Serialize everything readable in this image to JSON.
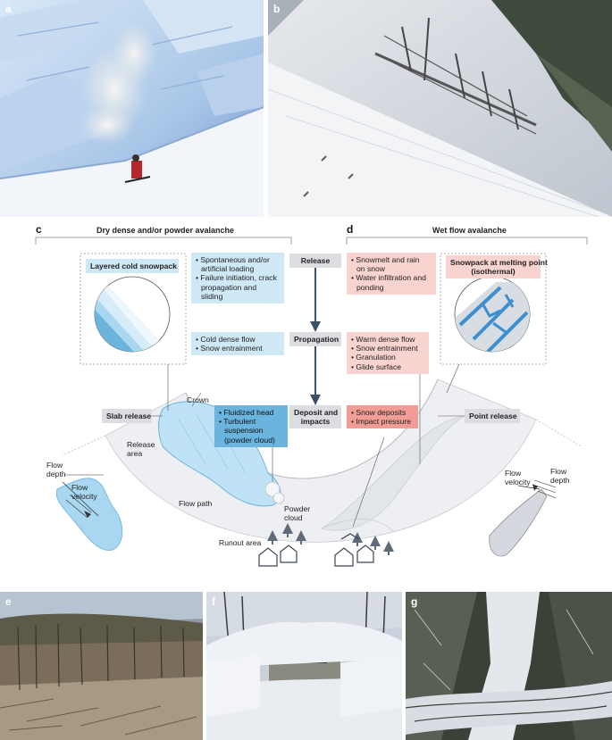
{
  "panels": {
    "a": "a",
    "b": "b",
    "c": "c",
    "d": "d",
    "e": "e",
    "f": "f",
    "g": "g"
  },
  "headings": {
    "dry": "Dry dense and/or powder avalanche",
    "wet": "Wet flow avalanche"
  },
  "stages": {
    "release": "Release",
    "propagation": "Propagation",
    "deposit_line1": "Deposit and",
    "deposit_line2": "impacts"
  },
  "dry": {
    "snowpack": "Layered cold snowpack",
    "release_lines": [
      "• Spontaneous and/or",
      "artificial loading",
      "• Failure initiation, crack",
      "propagation and",
      "sliding"
    ],
    "propagation_lines": [
      "• Cold dense flow",
      "• Snow entrainment"
    ],
    "deposit_lines": [
      "• Fluidized head",
      "• Turbulent",
      "suspension",
      "(powder cloud)"
    ],
    "slab_release": "Slab release",
    "crown": "Crown",
    "release_area_1": "Release",
    "release_area_2": "area",
    "flow_path": "Flow path",
    "powder_cloud_1": "Powder",
    "powder_cloud_2": "cloud",
    "runout_area": "Runout area",
    "flow_depth_1": "Flow",
    "flow_depth_2": "depth",
    "flow_velocity_1": "Flow",
    "flow_velocity_2": "velocity"
  },
  "wet": {
    "snowpack_1": "Snowpack at melting point",
    "snowpack_2": "(isothermal)",
    "release_lines": [
      "• Snowmelt and rain",
      "on snow",
      "• Water infiltration and",
      "ponding"
    ],
    "propagation_lines": [
      "• Warm dense flow",
      "• Snow entrainment",
      "• Granulation",
      "• Glide surface"
    ],
    "deposit_lines": [
      "• Snow deposits",
      "• Impact pressure"
    ],
    "point_release": "Point release",
    "flow_velocity_1": "Flow",
    "flow_velocity_2": "velocity",
    "flow_depth_1": "Flow",
    "flow_depth_2": "depth"
  },
  "colors": {
    "dry_light": "#cfe8f6",
    "dry_dark": "#6ab4de",
    "wet_light": "#f8d3cf",
    "wet_dark": "#f19d96",
    "stage_gray": "#dcdde0",
    "arrow": "#3d5068"
  }
}
